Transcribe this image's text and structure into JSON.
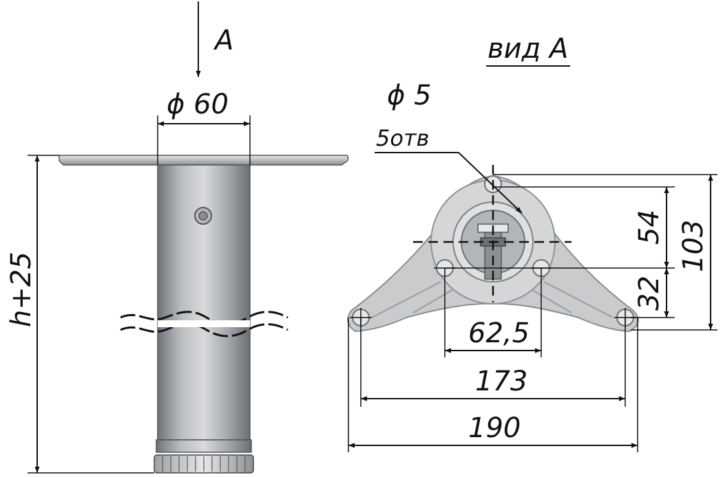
{
  "view_arrow_label": "A",
  "view_title": "вид А",
  "dims": {
    "tube_diameter": "ϕ 60",
    "height": "h+25",
    "hole_diameter": "ϕ 5",
    "hole_count": "5отв",
    "d54": "54",
    "d103": "103",
    "d32": "32",
    "d62_5": "62,5",
    "d173": "173",
    "d190": "190"
  }
}
